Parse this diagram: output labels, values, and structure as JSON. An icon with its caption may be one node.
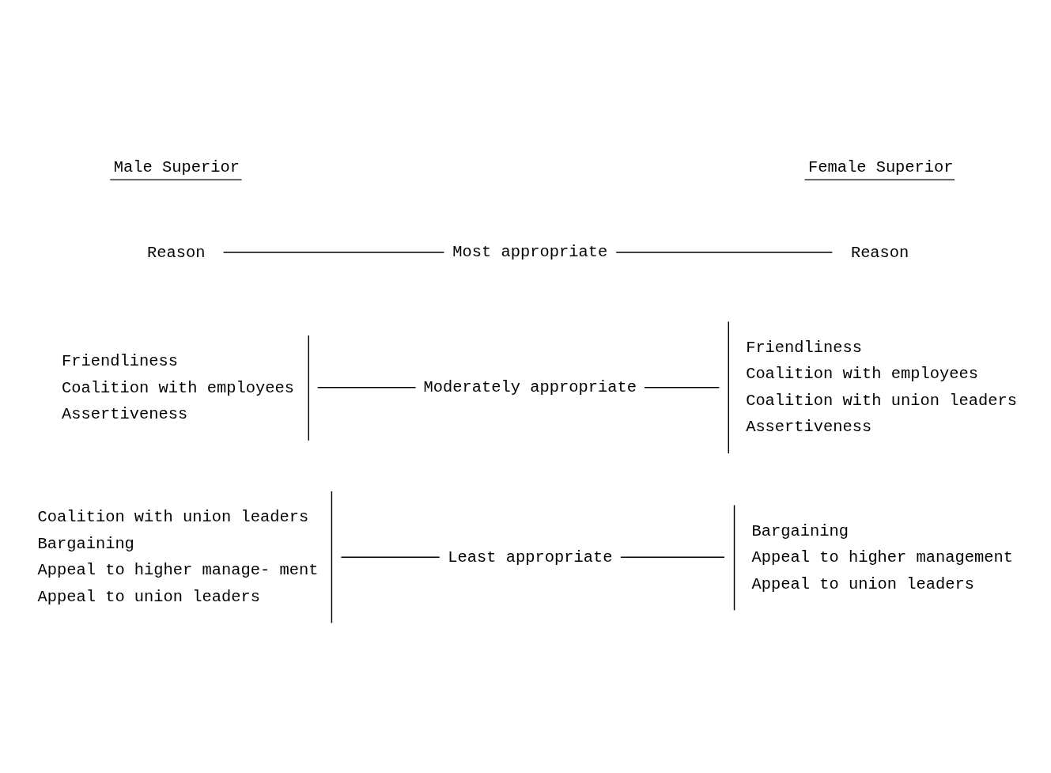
{
  "diagram": {
    "nodes": [
      {
        "text": [
          "Reason"
        ]
      },
      {
        "text": [
          "Most appropriate"
        ]
      },
      {
        "text": [
          "Reason"
        ]
      },
      {
        "text": [
          "Friendliness",
          "Coalition with employees",
          "Assertiveness"
        ]
      },
      {
        "text": [
          "Moderately appropriate"
        ]
      },
      {
        "text": [
          "Friendliness",
          "Coalition with employees",
          "Coalition with union leaders",
          "Assertiveness"
        ]
      },
      {
        "text": [
          "Coalition with union leaders",
          "Bargaining",
          "Appeal to higher manage- ment",
          "Appeal to union leaders"
        ]
      },
      {
        "text": [
          "Least appropriate"
        ]
      },
      {
        "text": [
          "Bargaining",
          "Appeal to higher management",
          "Appeal to union leaders"
        ]
      }
    ],
    "edges": [
      {
        "from": 0,
        "to": 1,
        "arrow": "none"
      },
      {
        "from": 1,
        "to": 2,
        "arrow": "none"
      },
      {
        "from": 3,
        "to": 4,
        "arrow": "none"
      },
      {
        "from": 4,
        "to": 5,
        "arrow": "none"
      },
      {
        "from": 6,
        "to": 7,
        "arrow": "none"
      },
      {
        "from": 7,
        "to": 8,
        "arrow": "none"
      }
    ],
    "labels": [
      "Male Superior",
      "Female Superior"
    ]
  }
}
